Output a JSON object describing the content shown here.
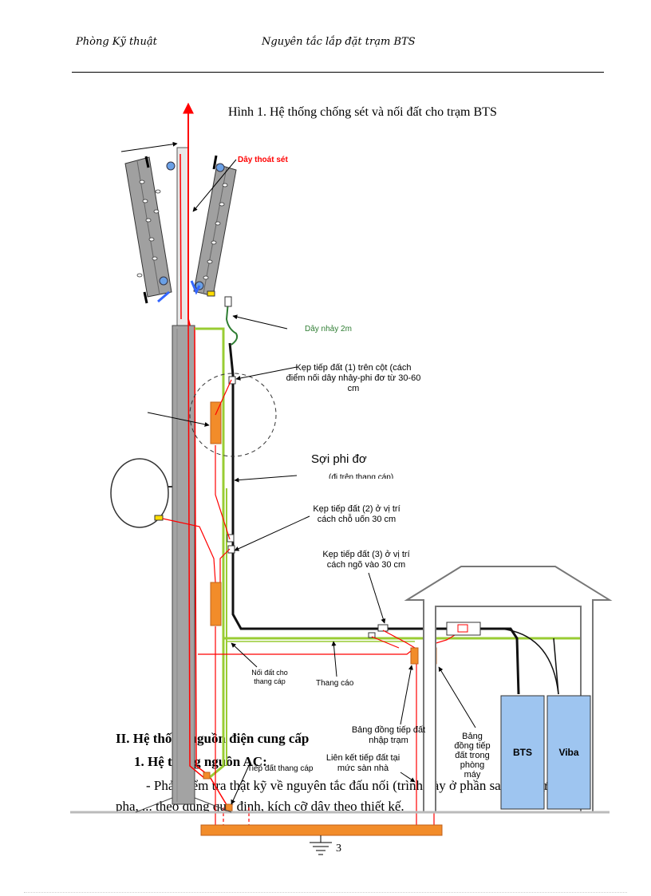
{
  "header": {
    "left": "Phòng Kỹ thuật",
    "center": "Nguyên tắc lắp đặt trạm BTS"
  },
  "figure": {
    "title": "Hình 1.  Hệ thống chống sét và nối đất cho trạm BTS",
    "labels": {
      "lightning_wire": "Dây thoát sét",
      "jumper": "Dây nhảy  2m",
      "clamp1_l1": "Kẹp tiếp đất  (1) trên cột (cách",
      "clamp1_l2": "điểm  nối dây nhảy-phi đơ từ 30-60",
      "clamp1_l3": "cm",
      "feeder": "Sợi phi đơ",
      "feeder_sub": "(đi trên thang cáp)",
      "clamp2_l1": "Kẹp tiếp đất (2) ở vị trí",
      "clamp2_l2": "cách chỗ uốn  30 cm",
      "clamp3_l1": "Kẹp tiếp đất (3) ở vị trí",
      "clamp3_l2": "cách ngõ vào  30 cm",
      "ladder_ground_l1": "Nối đất cho",
      "ladder_ground_l2": "thang cáp",
      "cable_ladder": "Thang cáo",
      "entry_bar_l1": "Bảng đồng tiếp đất",
      "entry_bar_l2": "nhập trạm",
      "ladder_ground2": "Tiếp đất thang cáp",
      "floor_link_l1": "Liên kết tiếp đất tại",
      "floor_link_l2": "mức sàn nhà",
      "room_bar_l1": "Bảng",
      "room_bar_l2": "đồng  tiếp",
      "room_bar_l3": "đất trong",
      "room_bar_l4": "phòng",
      "room_bar_l5": "máy",
      "bts": "BTS",
      "viba": "Viba"
    }
  },
  "body": {
    "heading": "II. Hệ thống nguồn điện cung cấp",
    "subheading": "1.  Hệ thống nguồn AC:",
    "para_l1": "-   Phải kiểm tra thật kỹ về nguyên tắc đấu nối (trình bày ở phần sau) thứ tự",
    "para_l2": "pha, ... theo đúng quy định, kích cỡ dây theo thiết kế."
  },
  "page_number": "3",
  "colors": {
    "lightning": "#ff0000",
    "jumper": "#2e7d32",
    "ladder": "#99cc33",
    "copper_bar": "#f28c2a",
    "equipment": "#9ec5f0"
  }
}
